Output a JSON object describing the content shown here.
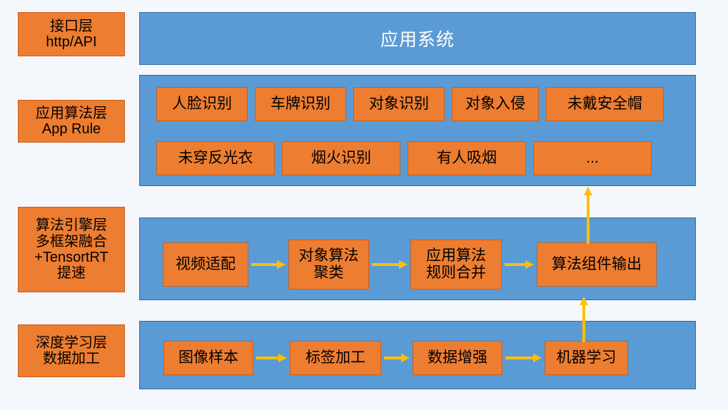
{
  "colors": {
    "background": "#f4f8fc",
    "panel_blue": "#5b9bd5",
    "panel_blue_border": "#2f6ba3",
    "box_orange": "#ed7d31",
    "box_orange_border": "#ca5f1c",
    "arrow_amber": "#ffc000",
    "banner_text": "#ffffff",
    "box_text": "#000000"
  },
  "layers": [
    {
      "label": "接口层\nhttp/API"
    },
    {
      "label": "应用算法层\nApp Rule"
    },
    {
      "label": "算法引擎层\n多框架融合\n+TensortRT\n提速"
    },
    {
      "label": "深度学习层\n数据加工"
    }
  ],
  "banner": {
    "title": "应用系统"
  },
  "app_rules": {
    "row1": [
      "人脸识别",
      "车牌识别",
      "对象识别",
      "对象入侵",
      "未戴安全帽"
    ],
    "row2": [
      "未穿反光衣",
      "烟火识别",
      "有人吸烟",
      "..."
    ]
  },
  "engine_flow": {
    "steps": [
      "视频适配",
      "对象算法\n聚类",
      "应用算法\n规则合并",
      "算法组件输出"
    ]
  },
  "deep_learning_flow": {
    "steps": [
      "图像样本",
      "标签加工",
      "数据增强",
      "机器学习"
    ]
  }
}
